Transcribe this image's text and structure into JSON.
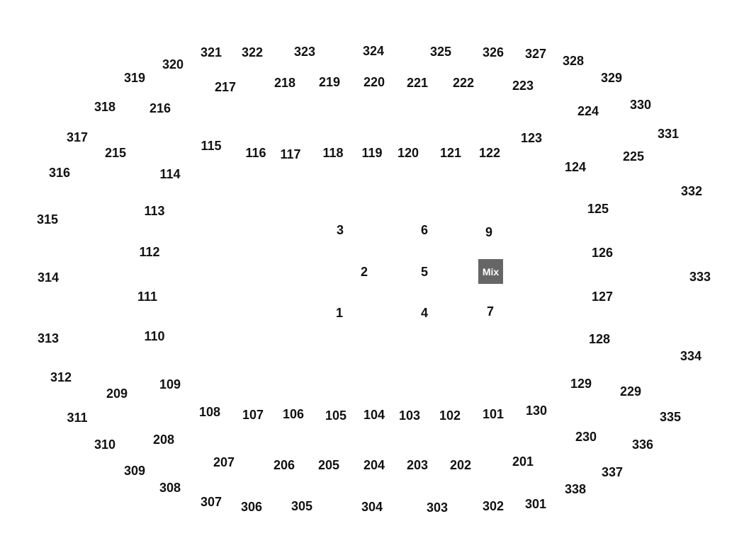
{
  "mix_label": "Mix",
  "colors": {
    "text": "#111111",
    "mix_bg": "#666666",
    "mix_text": "#ffffff"
  },
  "sections_300": [
    "301",
    "302",
    "303",
    "304",
    "305",
    "306",
    "307",
    "308",
    "309",
    "310",
    "311",
    "312",
    "313",
    "314",
    "315",
    "316",
    "317",
    "318",
    "319",
    "320",
    "321",
    "322",
    "323",
    "324",
    "325",
    "326",
    "327",
    "328",
    "329",
    "330",
    "331",
    "332",
    "333",
    "334",
    "335",
    "336",
    "337",
    "338"
  ],
  "sections_200": [
    "201",
    "202",
    "203",
    "204",
    "205",
    "206",
    "207",
    "208",
    "209",
    "215",
    "216",
    "217",
    "218",
    "219",
    "220",
    "221",
    "222",
    "223",
    "224",
    "225",
    "229",
    "230"
  ],
  "sections_100": [
    "101",
    "102",
    "103",
    "104",
    "105",
    "106",
    "107",
    "108",
    "109",
    "110",
    "111",
    "112",
    "113",
    "114",
    "115",
    "116",
    "117",
    "118",
    "119",
    "120",
    "121",
    "122",
    "123",
    "124",
    "125",
    "126",
    "127",
    "128",
    "129",
    "130"
  ],
  "floor_sections": [
    "1",
    "2",
    "3",
    "4",
    "5",
    "6",
    "7",
    "9"
  ]
}
